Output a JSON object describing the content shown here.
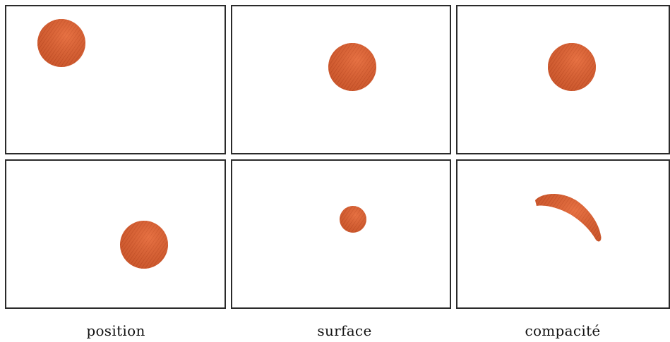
{
  "colors": {
    "blob_fill": "#e0683a",
    "blob_texture": "#b8451f",
    "panel_border": "#2a2a2a"
  },
  "captions": {
    "col1": "position",
    "col2": "surface",
    "col3": "compacité"
  }
}
